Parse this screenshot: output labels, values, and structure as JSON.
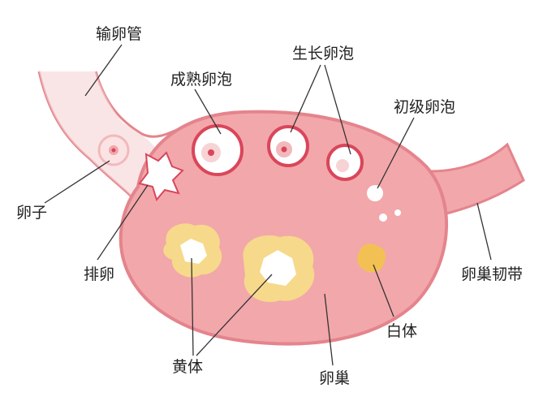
{
  "labels": {
    "fallopian_tube": "输卵管",
    "mature_follicle": "成熟卵泡",
    "growing_follicle": "生长卵泡",
    "primary_follicle": "初级卵泡",
    "ovum": "卵子",
    "ovulation": "排卵",
    "corpus_luteum": "黄体",
    "ovary": "卵巢",
    "corpus_albicans": "白体",
    "ovarian_ligament": "卵巢韧带"
  },
  "colors": {
    "ovary_fill": "#f2a7ab",
    "ovary_outline": "#e4848c",
    "follicle_ring": "#d9465a",
    "corpus_luteum": "#f6d98a",
    "corpus_albicans": "#f3c153"
  }
}
